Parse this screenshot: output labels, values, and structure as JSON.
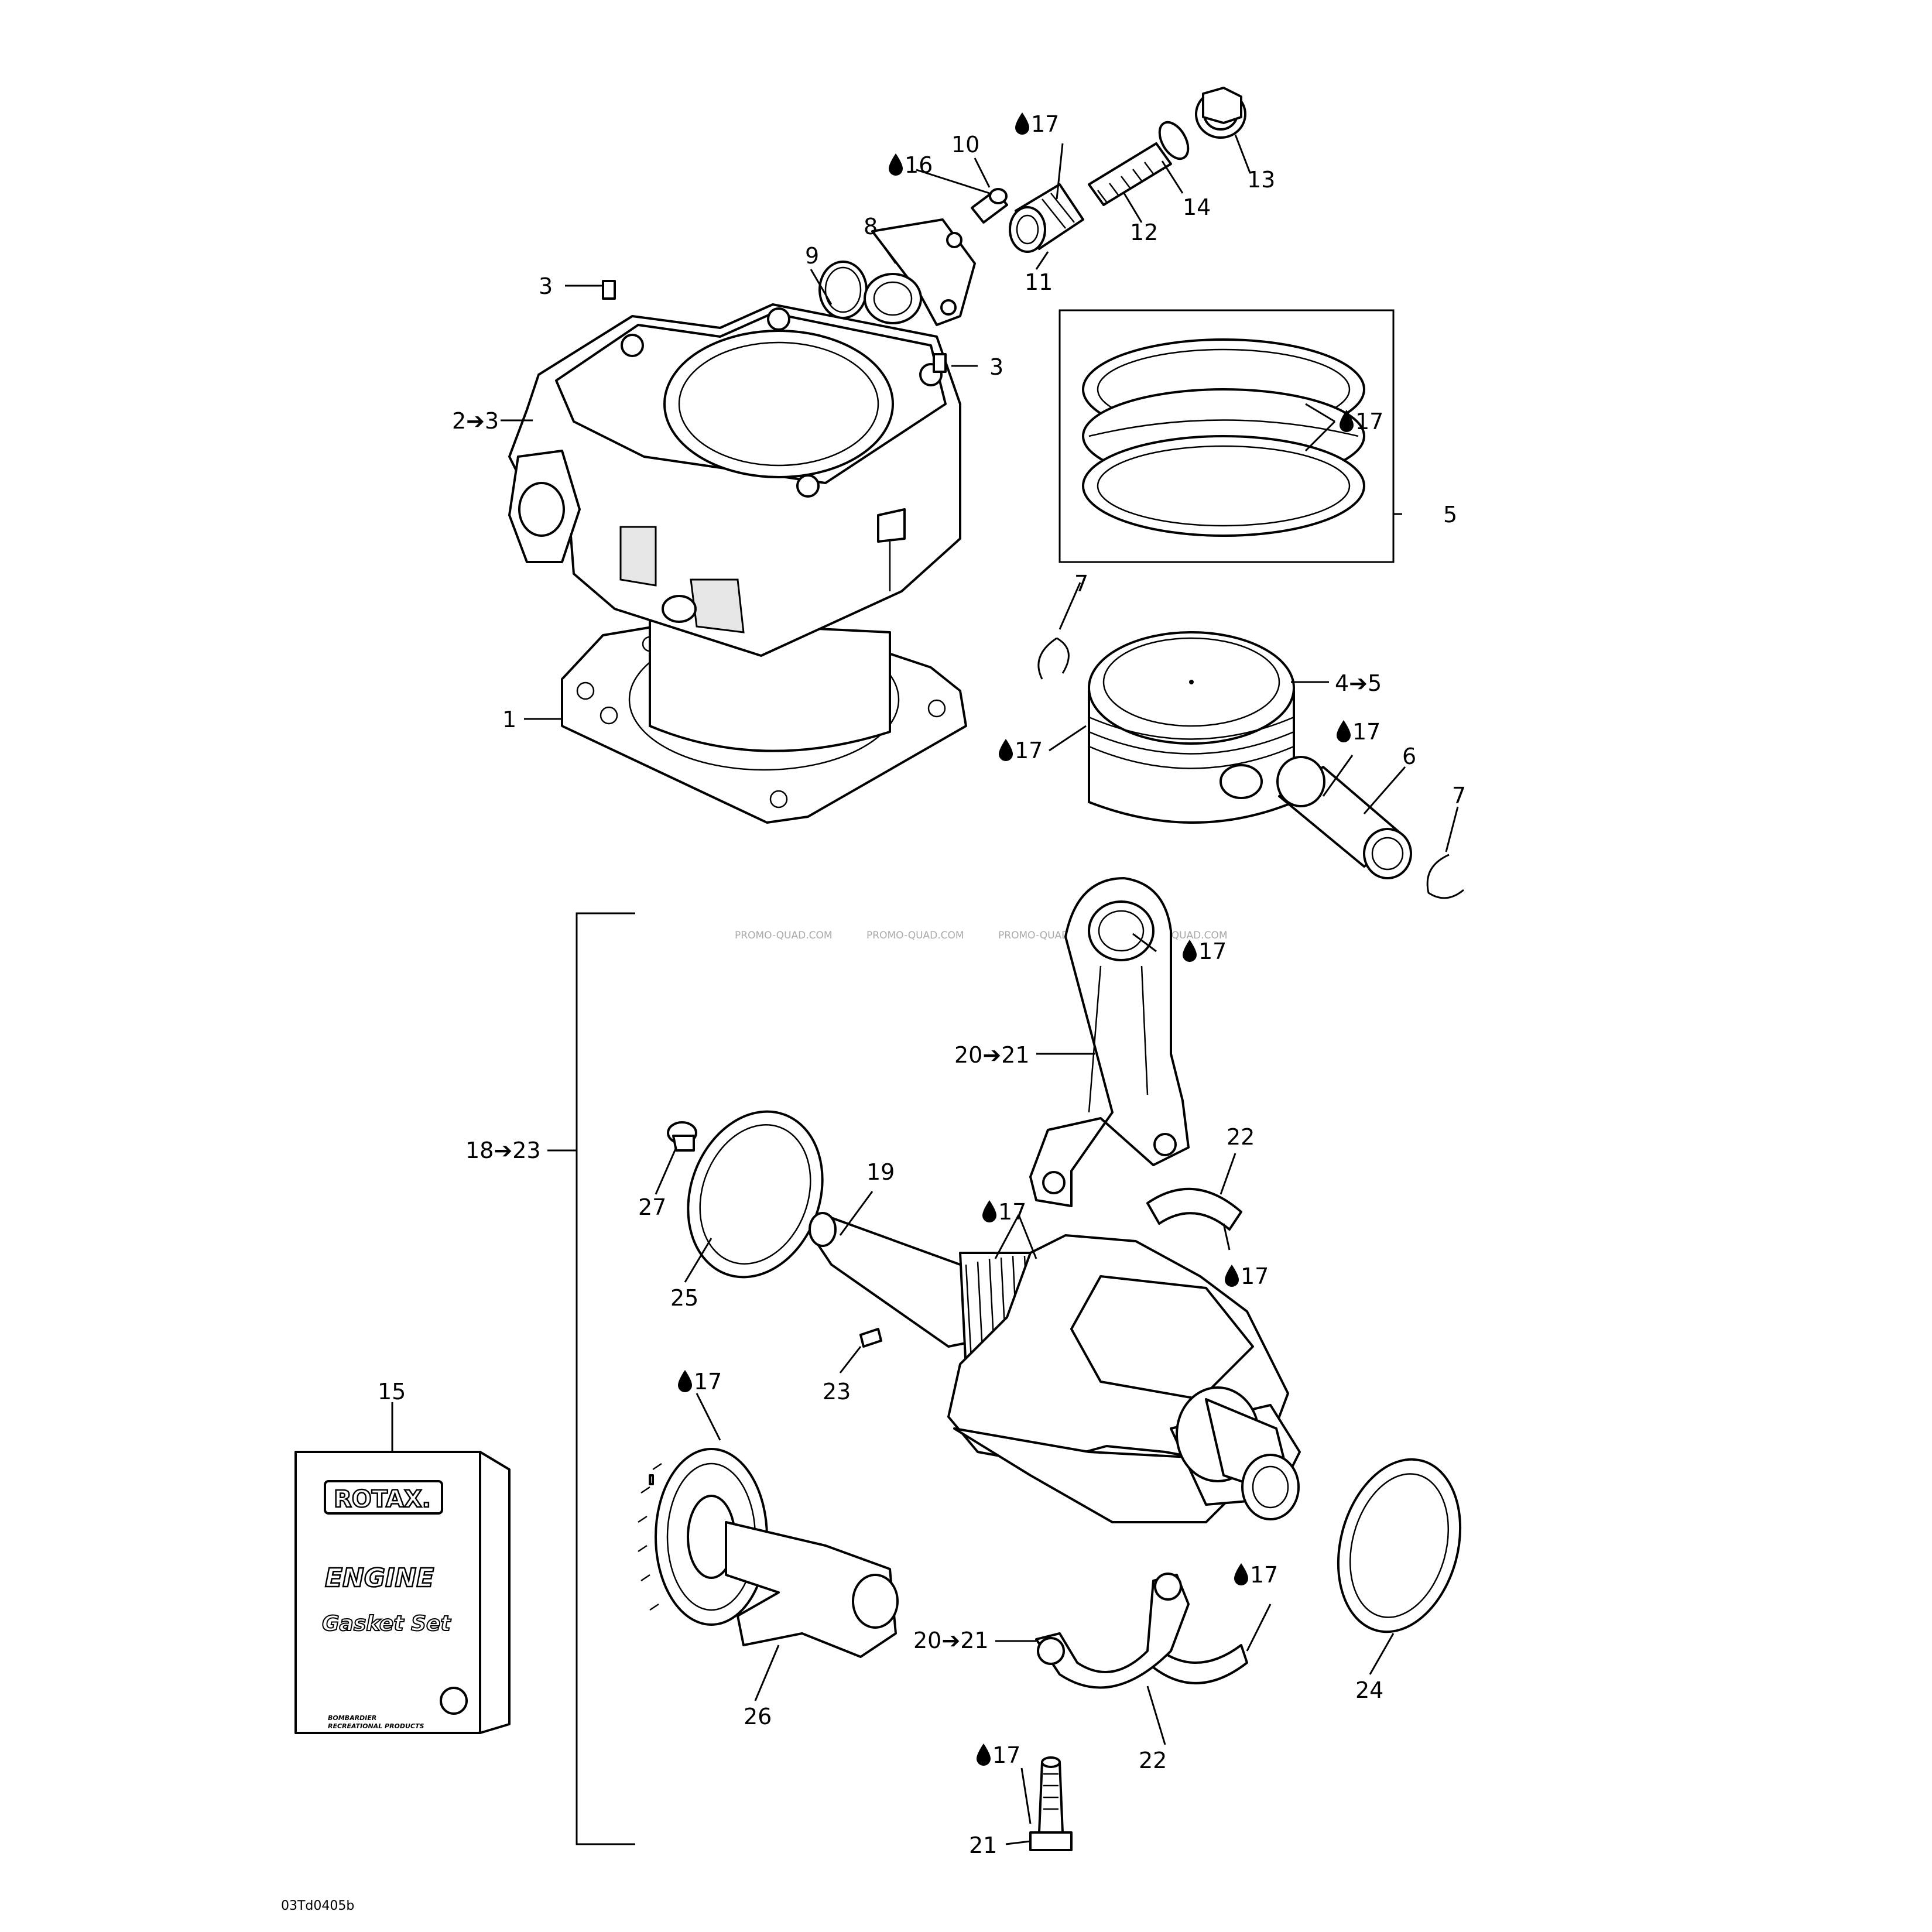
{
  "watermark": [
    "PROMO-QUAD.COM",
    "PROMO-QUAD.COM",
    "PROMO-QUAD.COM",
    "PROMO-QUAD.COM"
  ],
  "figure_code": "03Td0405b",
  "book": {
    "brand": "ROTAX.",
    "title": "ENGINE",
    "subtitle": "Gasket Set",
    "maker_line1": "BOMBARDIER",
    "maker_line2": "RECREATIONAL PRODUCTS"
  },
  "callouts": {
    "c1": {
      "text": "1",
      "drop": false
    },
    "c2": {
      "text": "2➔3",
      "drop": false
    },
    "c3a": {
      "text": "3",
      "drop": false
    },
    "c3b": {
      "text": "3",
      "drop": false
    },
    "c4": {
      "text": "4➔5",
      "drop": false
    },
    "c5": {
      "text": "5",
      "drop": false
    },
    "c6": {
      "text": "6",
      "drop": false
    },
    "c7a": {
      "text": "7",
      "drop": false
    },
    "c7b": {
      "text": "7",
      "drop": false
    },
    "c8": {
      "text": "8",
      "drop": false
    },
    "c9": {
      "text": "9",
      "drop": false
    },
    "c10": {
      "text": "10",
      "drop": false
    },
    "c11": {
      "text": "11",
      "drop": false
    },
    "c12": {
      "text": "12",
      "drop": false
    },
    "c13": {
      "text": "13",
      "drop": false
    },
    "c14": {
      "text": "14",
      "drop": false
    },
    "c15": {
      "text": "15",
      "drop": false
    },
    "c16": {
      "text": "16",
      "drop": true
    },
    "c17a": {
      "text": "17",
      "drop": true
    },
    "c17b": {
      "text": "17",
      "drop": true
    },
    "c17c": {
      "text": "17",
      "drop": true
    },
    "c17d": {
      "text": "17",
      "drop": true
    },
    "c17e": {
      "text": "17",
      "drop": true
    },
    "c17f": {
      "text": "17",
      "drop": true
    },
    "c17g": {
      "text": "17",
      "drop": true
    },
    "c17h": {
      "text": "17",
      "drop": true
    },
    "c17i": {
      "text": "17",
      "drop": true
    },
    "c17j": {
      "text": "17",
      "drop": true
    },
    "c18": {
      "text": "18➔23",
      "drop": false
    },
    "c19": {
      "text": "19",
      "drop": false
    },
    "c20a": {
      "text": "20➔21",
      "drop": false
    },
    "c20b": {
      "text": "20➔21",
      "drop": false
    },
    "c21": {
      "text": "21",
      "drop": false
    },
    "c22a": {
      "text": "22",
      "drop": false
    },
    "c22b": {
      "text": "22",
      "drop": false
    },
    "c23": {
      "text": "23",
      "drop": false
    },
    "c24": {
      "text": "24",
      "drop": false
    },
    "c25": {
      "text": "25",
      "drop": false
    },
    "c26": {
      "text": "26",
      "drop": false
    },
    "c27": {
      "text": "27",
      "drop": false
    }
  }
}
